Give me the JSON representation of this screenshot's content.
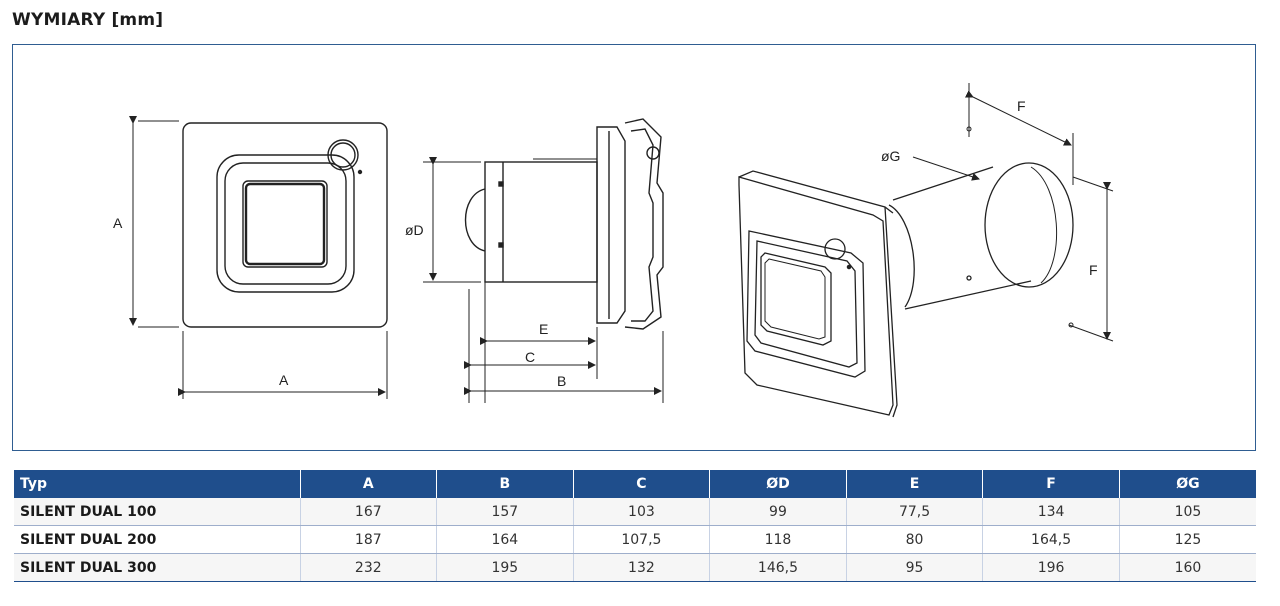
{
  "page": {
    "title": "WYMIARY [mm]"
  },
  "drawing": {
    "labels": {
      "a": "A",
      "b": "B",
      "c": "C",
      "d": "øD",
      "e": "E",
      "f": "F",
      "g": "øG"
    }
  },
  "table": {
    "headers": [
      "Typ",
      "A",
      "B",
      "C",
      "ØD",
      "E",
      "F",
      "ØG"
    ],
    "rows": [
      [
        "SILENT DUAL 100",
        "167",
        "157",
        "103",
        "99",
        "77,5",
        "134",
        "105"
      ],
      [
        "SILENT DUAL 200",
        "187",
        "164",
        "107,5",
        "118",
        "80",
        "164,5",
        "125"
      ],
      [
        "SILENT DUAL 300",
        "232",
        "195",
        "132",
        "146,5",
        "95",
        "196",
        "160"
      ]
    ]
  },
  "colors": {
    "header_bg": "#1f4e8c",
    "frame_border": "#2f5d91"
  }
}
